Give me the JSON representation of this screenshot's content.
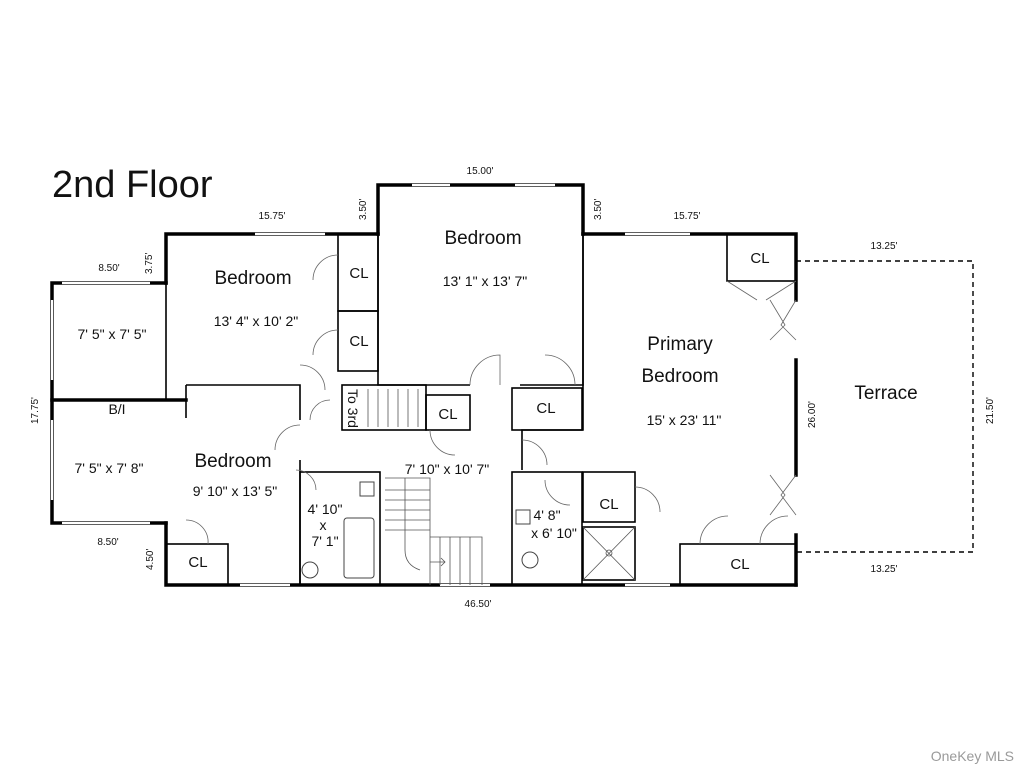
{
  "title": "2nd Floor",
  "rooms": {
    "bedroom_center": {
      "name": "Bedroom",
      "size": "13' 1\" x 13' 7\""
    },
    "bedroom_left": {
      "name": "Bedroom",
      "size": "13' 4\" x 10' 2\""
    },
    "bedroom_lower_left": {
      "name": "Bedroom",
      "size": "9' 10\" x 13' 5\""
    },
    "primary": {
      "name_line1": "Primary",
      "name_line2": "Bedroom",
      "size": "15' x 23' 11\""
    },
    "terrace": {
      "name": "Terrace"
    },
    "left_upper_room": {
      "size": "7' 5\" x 7' 5\""
    },
    "left_lower_room": {
      "size": "7' 5\" x 7' 8\""
    },
    "hall": {
      "size": "7' 10\" x 10' 7\""
    },
    "bath_left": {
      "line1": "4' 10\"",
      "line2": "x",
      "line3": "7' 1\""
    },
    "bath_right": {
      "line1": "4' 8\"",
      "line2": "x 6' 10\""
    },
    "built_in": "B/I",
    "stairs_label": "To 3rd",
    "closet": "CL"
  },
  "measurements": {
    "top_center": "15.00'",
    "top_left": "15.75'",
    "top_right": "15.75'",
    "step_left": "3.50'",
    "step_right": "3.50'",
    "far_left_top": "8.50'",
    "far_left_small": "3.75'",
    "far_left_side": "17.75'",
    "far_left_bottom": "8.50'",
    "bottom_left_small": "4.50'",
    "bottom_total": "46.50'",
    "primary_side": "26.00'",
    "terrace_top": "13.25'",
    "terrace_bottom": "13.25'",
    "terrace_side": "21.50'"
  },
  "watermark": "OneKey MLS"
}
